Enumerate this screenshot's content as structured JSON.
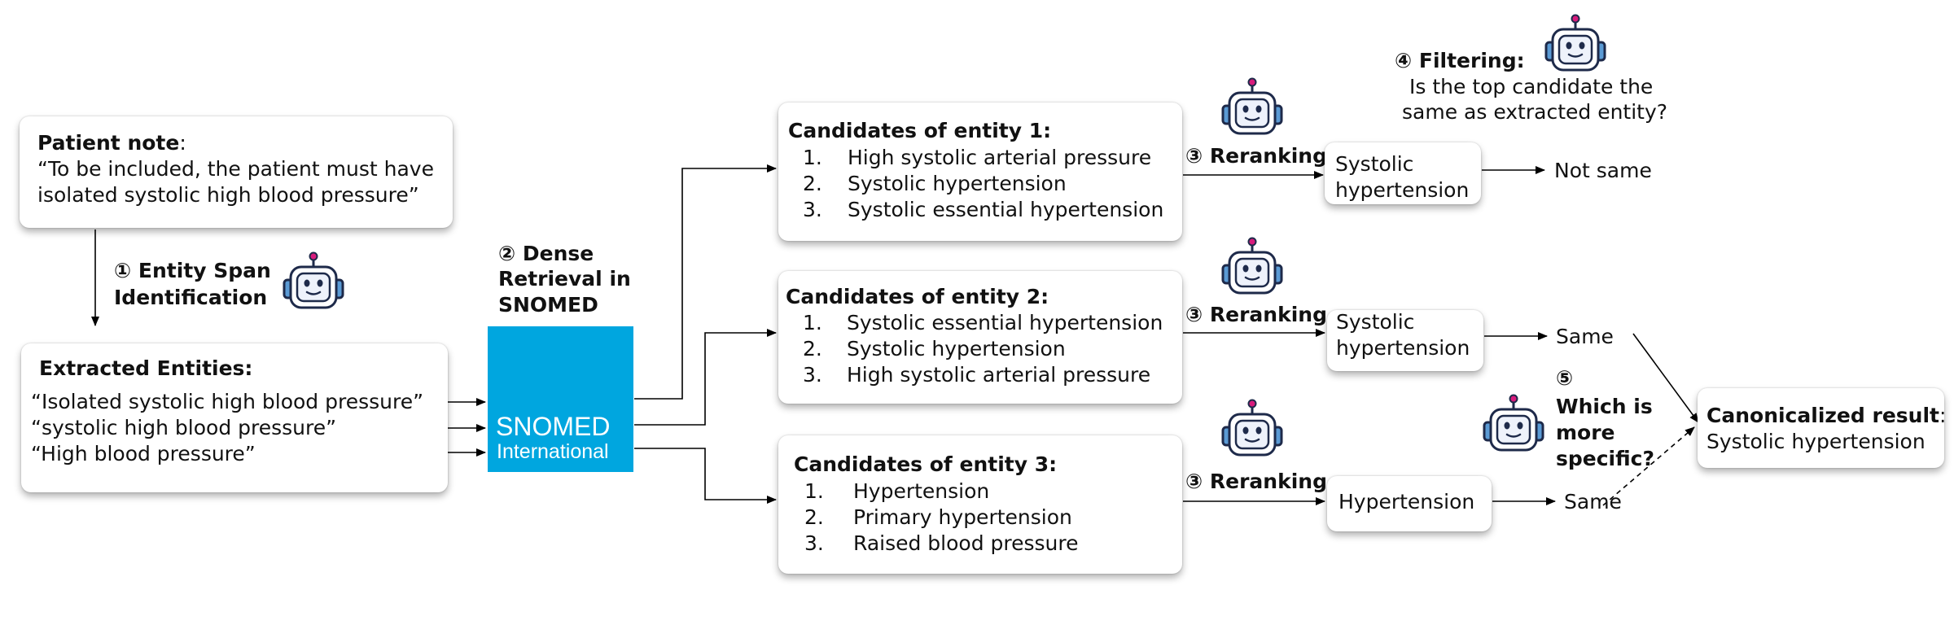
{
  "patient_note": {
    "label": "Patient note",
    "colon": ":",
    "line1": "“To be included, the patient must have",
    "line2": "isolated systolic high blood pressure”"
  },
  "step1": {
    "line1": "① Entity Span",
    "line2": "Identification"
  },
  "extracted": {
    "title": "Extracted Entities:",
    "items": [
      "“Isolated systolic high blood pressure”",
      "“systolic high blood pressure”",
      "“High blood pressure”"
    ]
  },
  "step2": {
    "line1": "② Dense",
    "line2": "Retrieval in",
    "line3": "SNOMED"
  },
  "snomed_logo": {
    "line1": "SNOMED",
    "line2": "International"
  },
  "candidates": [
    {
      "title": "Candidates of entity 1:",
      "items": [
        {
          "n": "1.",
          "text": "High systolic arterial pressure"
        },
        {
          "n": "2.",
          "text": "Systolic hypertension"
        },
        {
          "n": "3.",
          "text": "Systolic essential hypertension"
        }
      ]
    },
    {
      "title": "Candidates of entity 2:",
      "items": [
        {
          "n": "1.",
          "text": "Systolic essential hypertension"
        },
        {
          "n": "2.",
          "text": "Systolic hypertension"
        },
        {
          "n": "3.",
          "text": "High systolic arterial pressure"
        }
      ]
    },
    {
      "title": "Candidates of entity 3:",
      "items": [
        {
          "n": "1.",
          "text": "Hypertension"
        },
        {
          "n": "2.",
          "text": "Primary hypertension"
        },
        {
          "n": "3.",
          "text": "Raised blood pressure"
        }
      ]
    }
  ],
  "reranking_label": "③ Reranking",
  "step4": {
    "label": "④ Filtering:",
    "line1": "Is the top candidate the",
    "line2": "same as extracted entity?"
  },
  "reranked": [
    {
      "line1": "Systolic",
      "line2": "hypertension"
    },
    {
      "line1": "Systolic",
      "line2": "hypertension"
    },
    {
      "line1": "Hypertension"
    }
  ],
  "filter_results": [
    "Not same",
    "Same",
    "Same"
  ],
  "step5": {
    "line1": "⑤",
    "line2": "Which is",
    "line3": "more",
    "line4": "specific?"
  },
  "canonical": {
    "label": "Canonicalized result",
    "colon": ":",
    "value": "Systolic hypertension"
  },
  "icons": {
    "agent": "robot-icon",
    "logo": "snomed-international-logo"
  }
}
